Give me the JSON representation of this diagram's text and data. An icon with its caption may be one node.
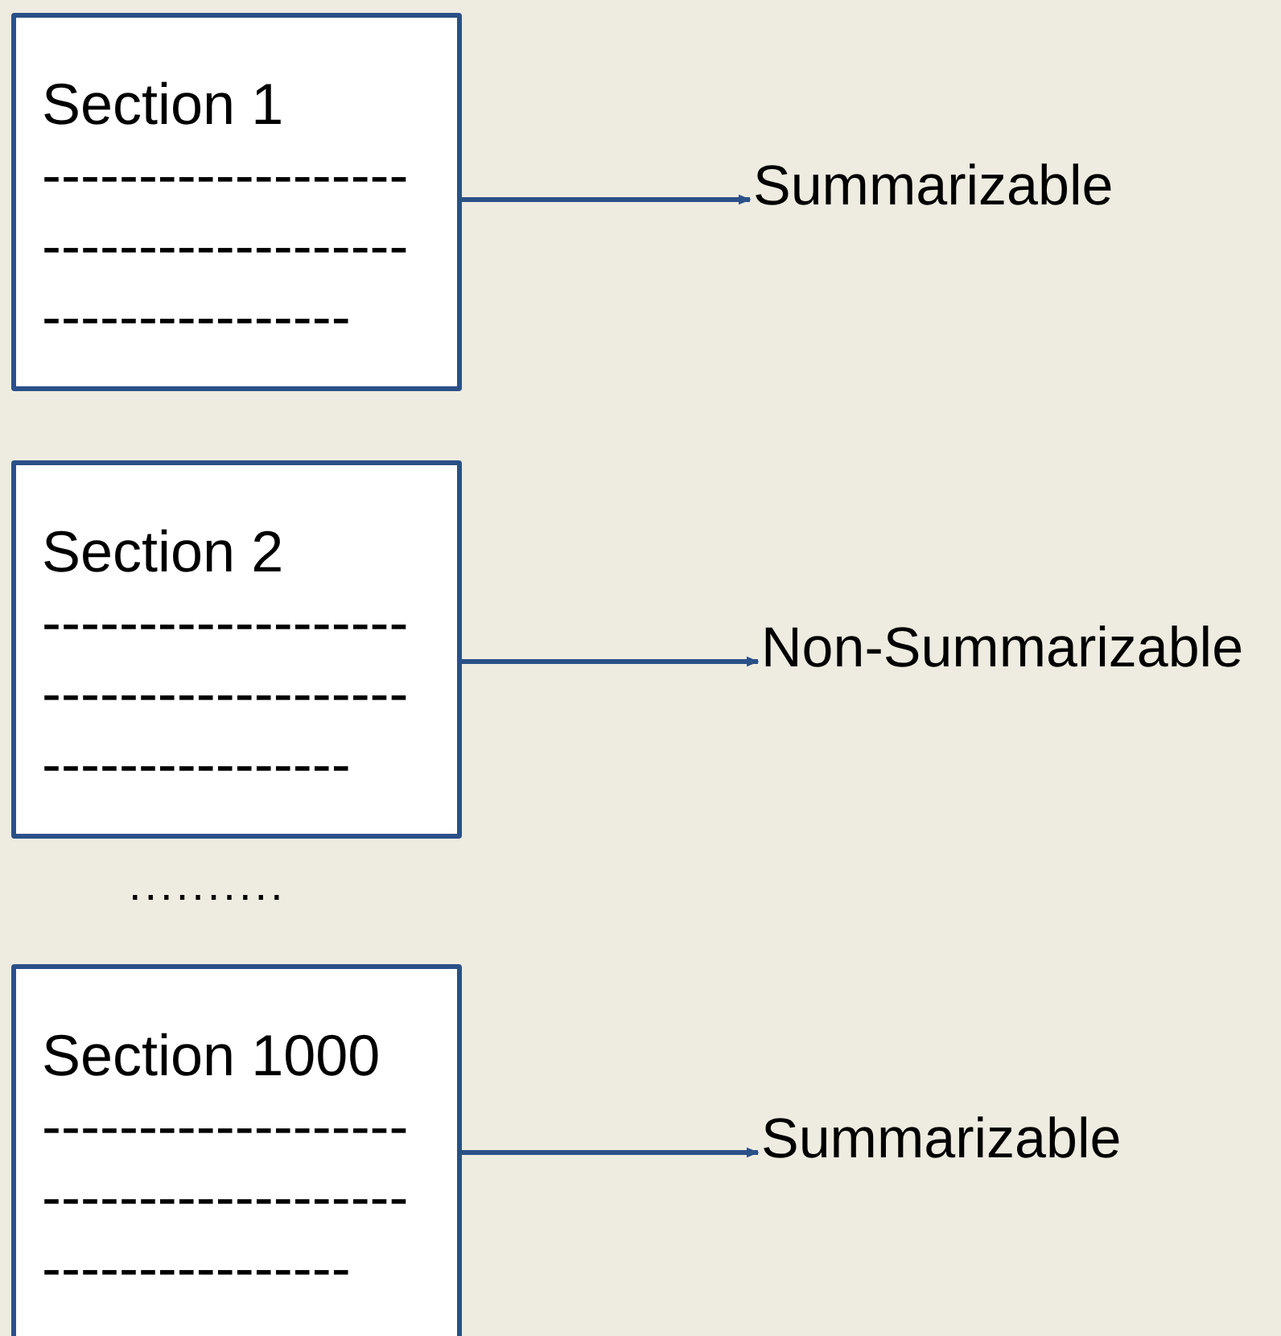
{
  "diagram": {
    "nodes": [
      {
        "text": [
          "Section 1",
          "-------------------",
          "-------------------",
          "----------------"
        ]
      },
      {
        "text": [
          "Summarizable"
        ]
      },
      {
        "text": [
          "Section 2",
          "-------------------",
          "-------------------",
          "----------------"
        ]
      },
      {
        "text": [
          "Non-Summarizable"
        ]
      },
      {
        "text": [
          "Section 1000",
          "-------------------",
          "-------------------",
          "----------------"
        ]
      },
      {
        "text": [
          "Summarizable"
        ]
      }
    ],
    "edges": [
      {
        "from": 0,
        "to": 1,
        "arrow": "to"
      },
      {
        "from": 2,
        "to": 3,
        "arrow": "to"
      },
      {
        "from": 4,
        "to": 5,
        "arrow": "to"
      }
    ],
    "labels": [
      ".........."
    ]
  }
}
